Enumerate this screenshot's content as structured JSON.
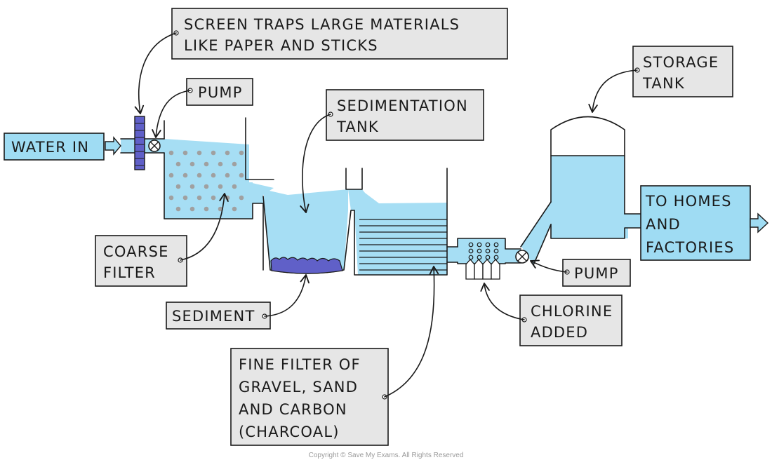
{
  "labels": {
    "water_in": "WATER IN",
    "screen": [
      "SCREEN TRAPS LARGE MATERIALS",
      "LIKE PAPER AND STICKS"
    ],
    "pump_top": "PUMP",
    "sedimentation": [
      "SEDIMENTATION",
      "TANK"
    ],
    "storage": [
      "STORAGE",
      "TANK"
    ],
    "to_homes": [
      "TO HOMES",
      "AND",
      "FACTORIES"
    ],
    "coarse_filter": [
      "COARSE",
      "FILTER"
    ],
    "pump_right": "PUMP",
    "sediment": "SEDIMENT",
    "chlorine": [
      "CHLORINE",
      "ADDED"
    ],
    "fine_filter": [
      "FINE FILTER OF",
      "GRAVEL, SAND",
      "AND CARBON",
      "(CHARCOAL)"
    ]
  },
  "copyright": "Copyright © Save My Exams. All Rights Reserved",
  "colors": {
    "water": "#a6def4",
    "label_box": "#e6e6e6",
    "sediment_and_screen": "#6060c8",
    "filter_dots": "#a0a0a0"
  }
}
